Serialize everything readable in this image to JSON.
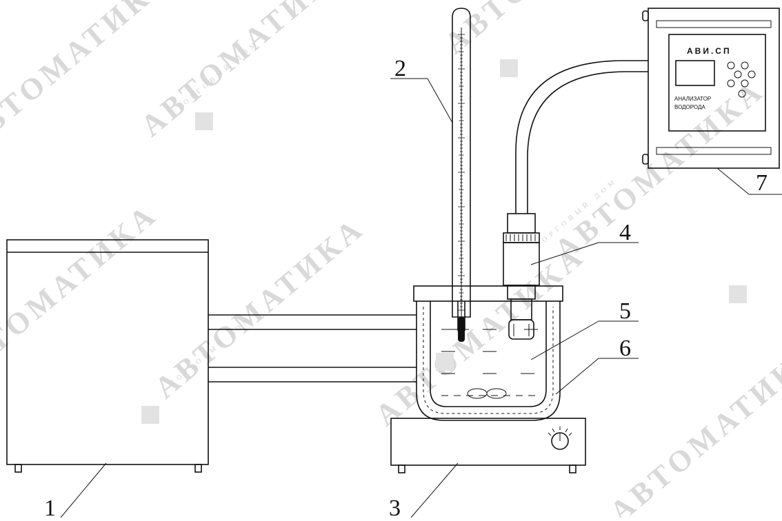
{
  "labels": {
    "thermostat": "1",
    "thermometer": "2",
    "stirrer": "3",
    "sensor": "4",
    "solution": "5",
    "vessel": "6",
    "analyzer": "7"
  },
  "analyzer_panel": {
    "brand": "АВИ.СП",
    "line1": "АНАЛИЗАТОР",
    "line2": "ВОДОРОДА"
  },
  "watermark": {
    "main": "АВТОМАТИКА",
    "small": "ТОРГОВЫЙ ДОМ"
  },
  "colors": {
    "line": "#111111",
    "watermark": "#d9d9d9",
    "background": "#ffffff"
  }
}
